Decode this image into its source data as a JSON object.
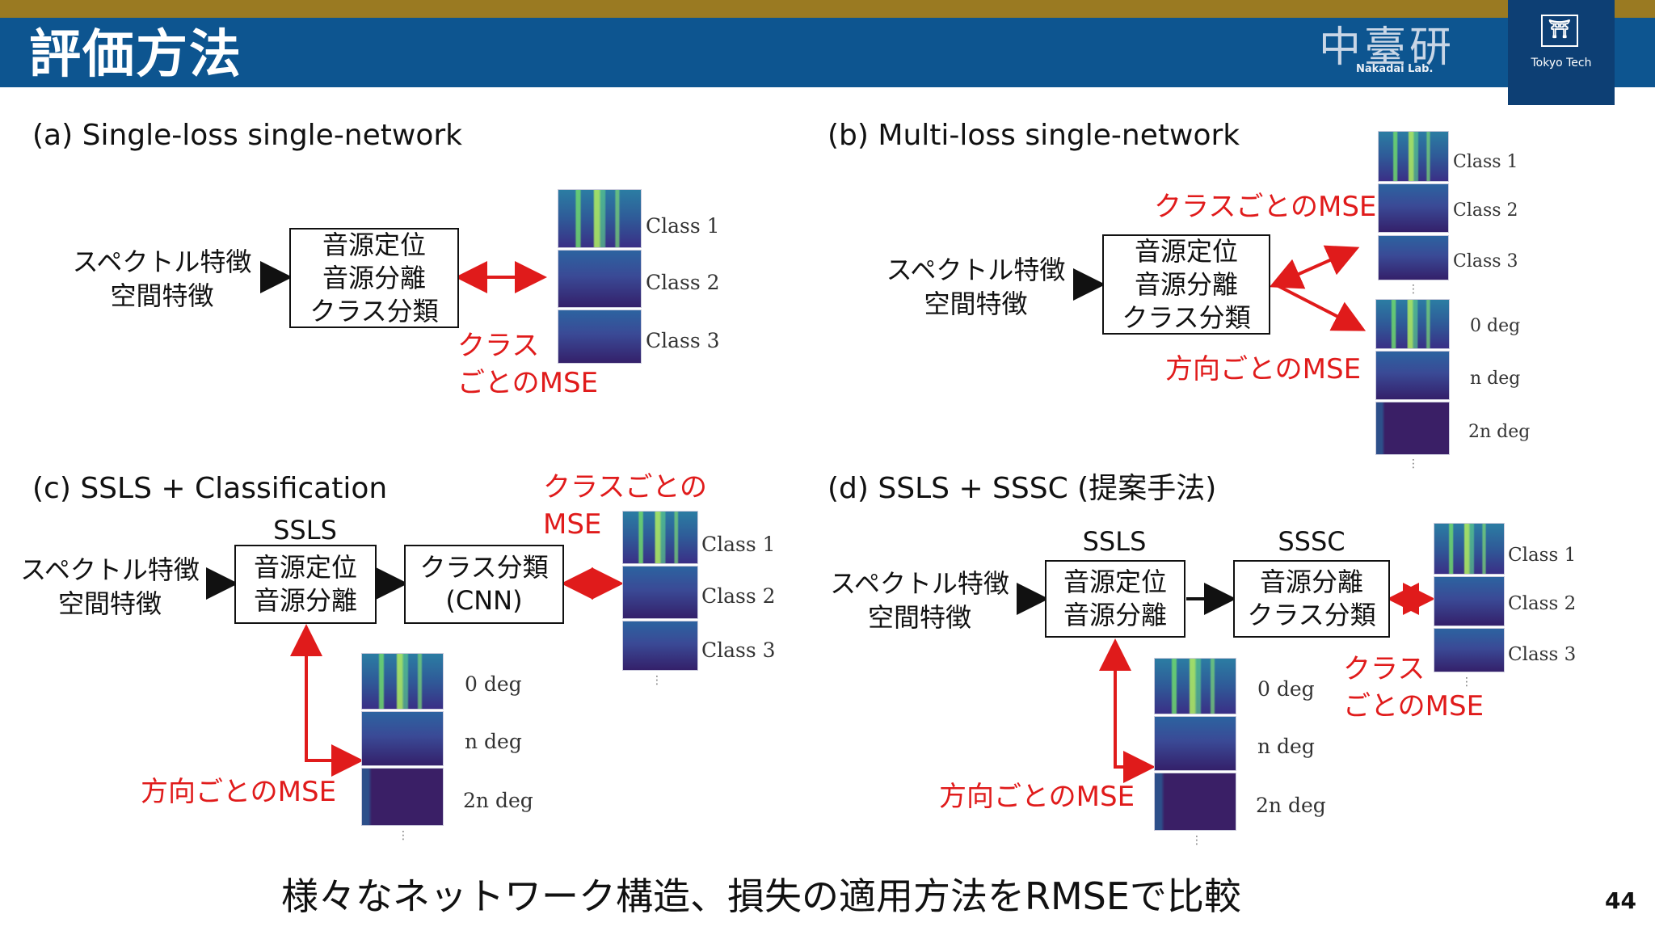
{
  "header": {
    "title": "評価方法",
    "lab_logo": "中臺研",
    "lab_sub": "Nakadai Lab.",
    "univ": "Tokyo Tech"
  },
  "panels": {
    "a": {
      "label": "(a) Single-loss single-network",
      "features": [
        "スペクトル特徴",
        "空間特徴"
      ],
      "box": [
        "音源定位",
        "音源分離",
        "クラス分類"
      ],
      "loss": [
        "クラス",
        "ごとのMSE"
      ],
      "outputs": [
        "Class 1",
        "Class 2",
        "Class 3"
      ]
    },
    "b": {
      "label": "(b) Multi-loss single-network",
      "features": [
        "スペクトル特徴",
        "空間特徴"
      ],
      "box": [
        "音源定位",
        "音源分離",
        "クラス分類"
      ],
      "loss_class": "クラスごとのMSE",
      "loss_dir": "方向ごとのMSE",
      "class_outputs": [
        "Class 1",
        "Class 2",
        "Class 3"
      ],
      "dir_outputs": [
        "0 deg",
        "n deg",
        "2n deg"
      ]
    },
    "c": {
      "label": "(c) SSLS + Classification",
      "features": [
        "スペクトル特徴",
        "空間特徴"
      ],
      "stage1": "SSLS",
      "box1": [
        "音源定位",
        "音源分離"
      ],
      "box2": [
        "クラス分類",
        "(CNN)"
      ],
      "loss_class": [
        "クラスごとの",
        "MSE"
      ],
      "loss_dir": "方向ごとのMSE",
      "class_outputs": [
        "Class 1",
        "Class 2",
        "Class 3"
      ],
      "dir_outputs": [
        "0 deg",
        "n deg",
        "2n deg"
      ]
    },
    "d": {
      "label": "(d) SSLS + SSSC (提案手法)",
      "features": [
        "スペクトル特徴",
        "空間特徴"
      ],
      "stage1": "SSLS",
      "stage2": "SSSC",
      "box1": [
        "音源定位",
        "音源分離"
      ],
      "box2": [
        "音源分離",
        "クラス分類"
      ],
      "loss_class": [
        "クラス",
        "ごとのMSE"
      ],
      "loss_dir": "方向ごとのMSE",
      "class_outputs": [
        "Class 1",
        "Class 2",
        "Class 3"
      ],
      "dir_outputs": [
        "0 deg",
        "n deg",
        "2n deg"
      ]
    }
  },
  "footer": {
    "summary": "様々なネットワーク構造、損失の適用方法をRMSEで比較",
    "page_number": "44"
  },
  "colors": {
    "header_blue": "#0d5590",
    "header_gold": "#9a7a22",
    "loss_red": "#e01b1b"
  },
  "icons": [
    "tokyo-tech-logo-icon"
  ]
}
